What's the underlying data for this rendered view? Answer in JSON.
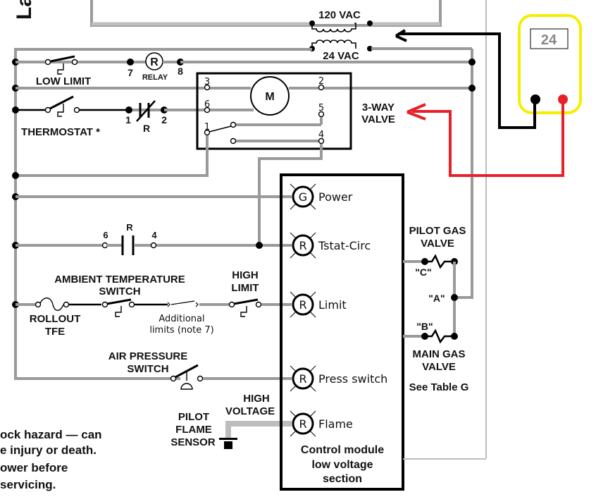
{
  "diagram": {
    "edge_title_fragment": "La",
    "transformer": {
      "primary": "120 VAC",
      "secondary": "24 VAC"
    },
    "relay": {
      "label": "RELAY",
      "symbol": "R",
      "terminals": [
        "7",
        "8"
      ]
    },
    "low_limit": "LOW LIMIT",
    "thermostat": "THERMOSTAT *",
    "relay_contact_nc": {
      "symbol": "R",
      "terminals": [
        "1",
        "2"
      ]
    },
    "three_way_valve": {
      "label_line1": "3-WAY",
      "label_line2": "VALVE",
      "motor": "M",
      "terminals": [
        "3",
        "2",
        "6",
        "5",
        "1",
        "4"
      ]
    },
    "relay_contact_no": {
      "symbol": "R",
      "terminals": [
        "6",
        "4"
      ]
    },
    "ambient_switch": {
      "line1": "AMBIENT TEMPERATURE",
      "line2": "SWITCH"
    },
    "high_limit": {
      "line1": "HIGH",
      "line2": "LIMIT"
    },
    "rollout": {
      "line1": "ROLLOUT",
      "line2": "TFE"
    },
    "additional_limits": {
      "line1": "Additional",
      "line2": "limits (note 7)"
    },
    "air_pressure": {
      "line1": "AIR PRESSURE",
      "line2": "SWITCH"
    },
    "high_voltage": {
      "line1": "HIGH",
      "line2": "VOLTAGE"
    },
    "pilot_flame_sensor": {
      "line1": "PILOT",
      "line2": "FLAME",
      "line3": "SENSOR"
    },
    "control_module": {
      "leds": [
        {
          "symbol": "G",
          "label": "Power"
        },
        {
          "symbol": "R",
          "label": "Tstat-Circ"
        },
        {
          "symbol": "R",
          "label": "Limit"
        },
        {
          "symbol": "R",
          "label": "Press switch"
        },
        {
          "symbol": "R",
          "label": "Flame"
        }
      ],
      "title_line1": "Control module",
      "title_line2": "low voltage",
      "title_line3": "section"
    },
    "pilot_gas_valve": {
      "line1": "PILOT GAS",
      "line2": "VALVE",
      "terminal_c": "\"C\"",
      "terminal_a": "\"A\""
    },
    "main_gas_valve": {
      "line1": "MAIN GAS",
      "line2": "VALVE",
      "terminal_b": "\"B\"",
      "note": "See Table G"
    },
    "warning": {
      "line1": "ock hazard — can",
      "line2": "e injury or death.",
      "line3": "ower before",
      "line4": "servicing."
    },
    "meter": {
      "reading": "24",
      "border_color": "#f5ee00",
      "lead_black": "#000000",
      "lead_red": "#e8202a"
    }
  }
}
